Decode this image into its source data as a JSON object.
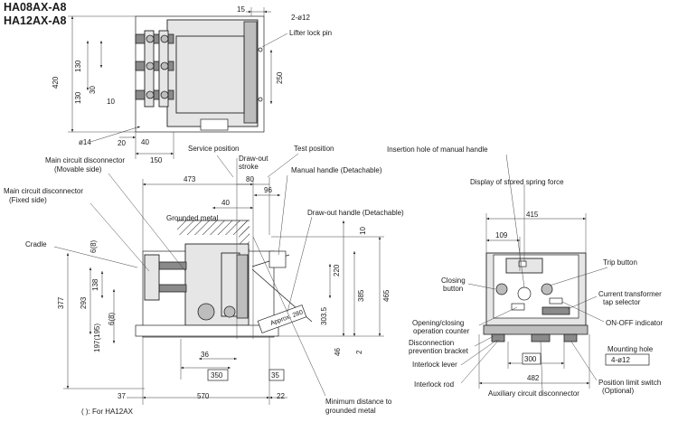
{
  "titles": {
    "line1": "HA08AX-A8",
    "line2": "HA12AX-A8"
  },
  "top_view": {
    "dims": {
      "d15": "15",
      "d420": "420",
      "d130a": "130",
      "d130b": "130",
      "d30": "30",
      "d250": "250",
      "d10": "10",
      "d14": "ø14",
      "d20": "20",
      "d40": "40",
      "d150": "150"
    },
    "labels": {
      "pin_dia": "2-ø12",
      "lifter": "Lifter lock pin"
    }
  },
  "side_view": {
    "labels": {
      "service": "Service position",
      "test": "Test position",
      "drawout_stroke": "Draw-out\nstroke",
      "manual_handle": "Manual handle (Detachable)",
      "drawout_handle": "Draw-out handle (Detachable)",
      "mcd_movable": "Main circuit disconnector\n(Movable side)",
      "mcd_fixed": "Main circuit disconnector\n(Fixed side)",
      "grounded_metal": "Grounded metal",
      "cradle": "Cradle",
      "approx": "Approx. 280",
      "min_distance": "Minimum distance to\ngrounded metal",
      "for_ha12": "(     ): For HA12AX"
    },
    "dims": {
      "d473": "473",
      "d80": "80",
      "d40": "40",
      "d96": "96",
      "d10": "10",
      "d6a": "6(8)",
      "d138": "138",
      "d293": "293",
      "d377": "377",
      "d6b": "6(8)",
      "d197": "197(195)",
      "d220": "220",
      "d3035": "303.5",
      "d385": "385",
      "d465": "465",
      "d36": "36",
      "d46": "46",
      "d2": "2",
      "d350": "350",
      "d35": "35",
      "d37": "37",
      "d570": "570",
      "d22": "22"
    }
  },
  "front_view": {
    "labels": {
      "insertion_hole": "Insertion hole of manual handle",
      "spring_display": "Display of stored spring force",
      "trip": "Trip button",
      "closing": "Closing\nbutton",
      "ct_selector": "Current transformer\ntap selector",
      "onoff": "ON-OFF indicator",
      "counter": "Opening/closing\noperation counter",
      "bracket": "Disconnection\nprevention bracket",
      "interlock_lever": "Interlock lever",
      "interlock_rod": "Interlock rod",
      "aux": "Auxiliary circuit disconnector",
      "position_switch": "Position limit switch\n(Optional)",
      "mounting_hole": "Mounting hole",
      "mounting_spec": "4-ø12"
    },
    "dims": {
      "d415": "415",
      "d109": "109",
      "d300": "300",
      "d482": "482"
    }
  }
}
